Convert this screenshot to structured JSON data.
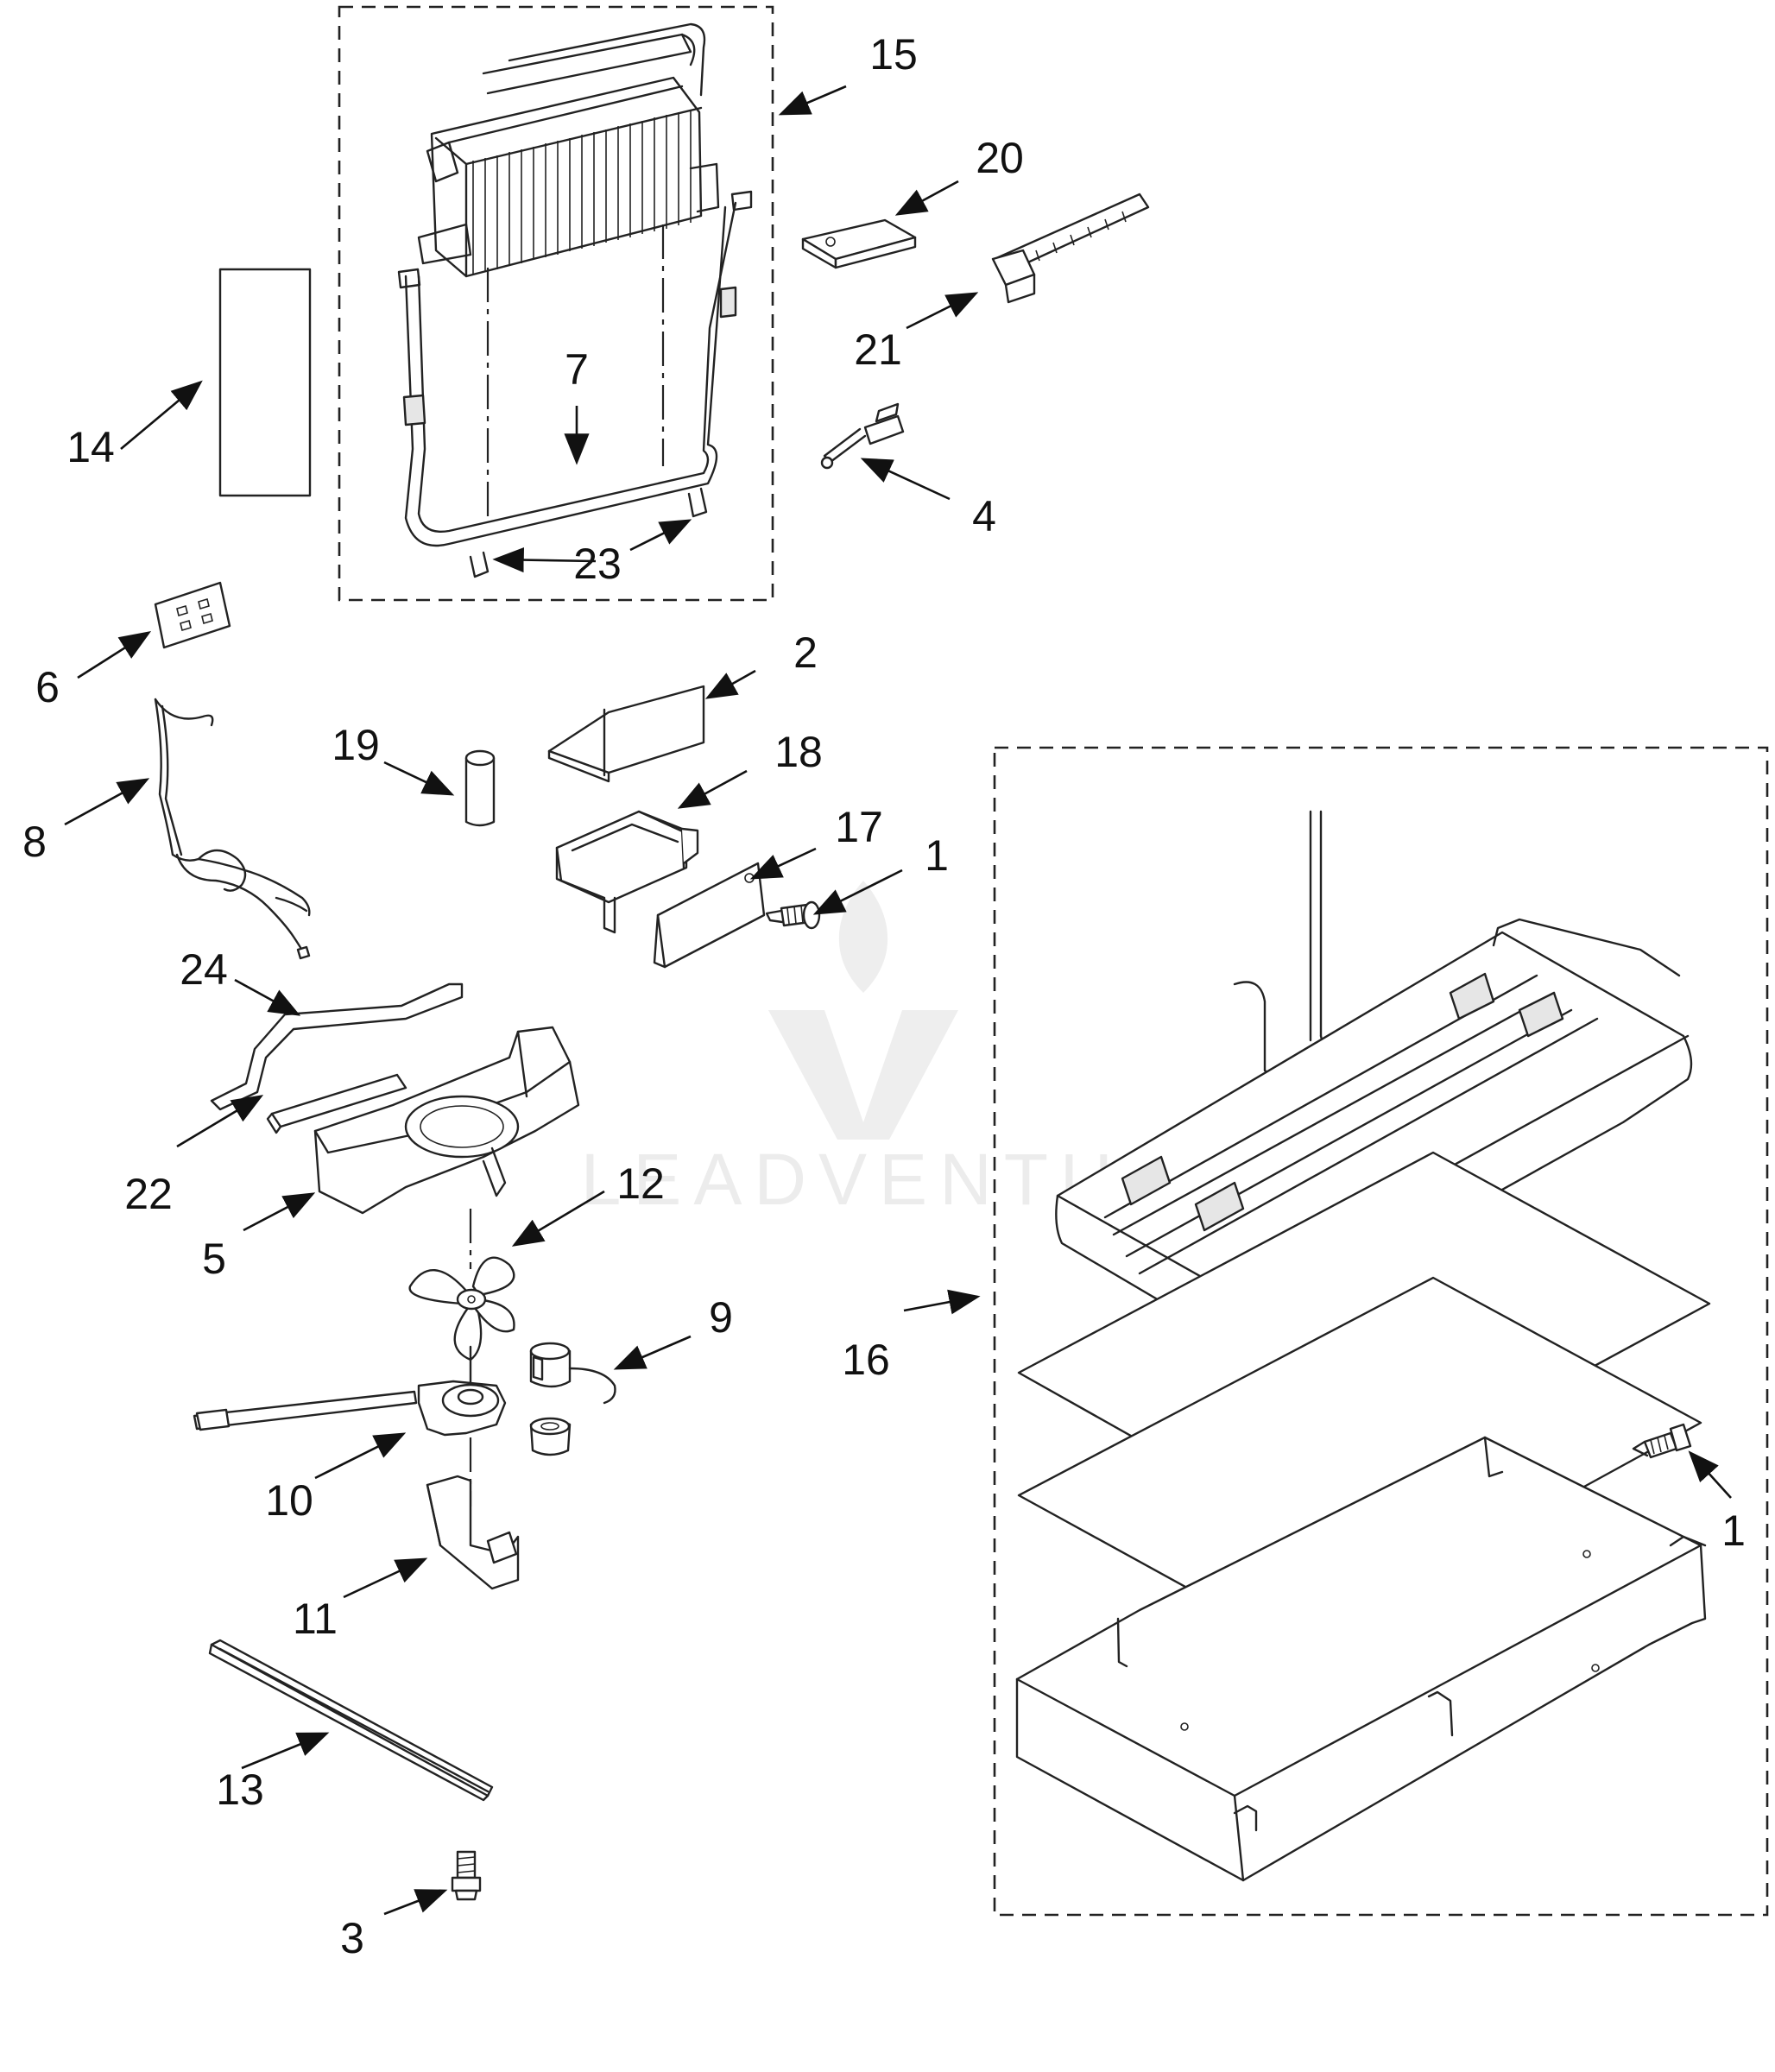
{
  "labels": {
    "l1": "1",
    "l2": "2",
    "l3": "3",
    "l4": "4",
    "l5": "5",
    "l6": "6",
    "l7": "7",
    "l8": "8",
    "l9": "9",
    "l10": "10",
    "l11": "11",
    "l12": "12",
    "l13": "13",
    "l14": "14",
    "l15": "15",
    "l16": "16",
    "l17": "17",
    "l18": "18",
    "l19": "19",
    "l20": "20",
    "l21": "21",
    "l22": "22",
    "l23": "23",
    "l24": "24",
    "l1b": "1"
  },
  "watermark": "LEADVENTURE"
}
